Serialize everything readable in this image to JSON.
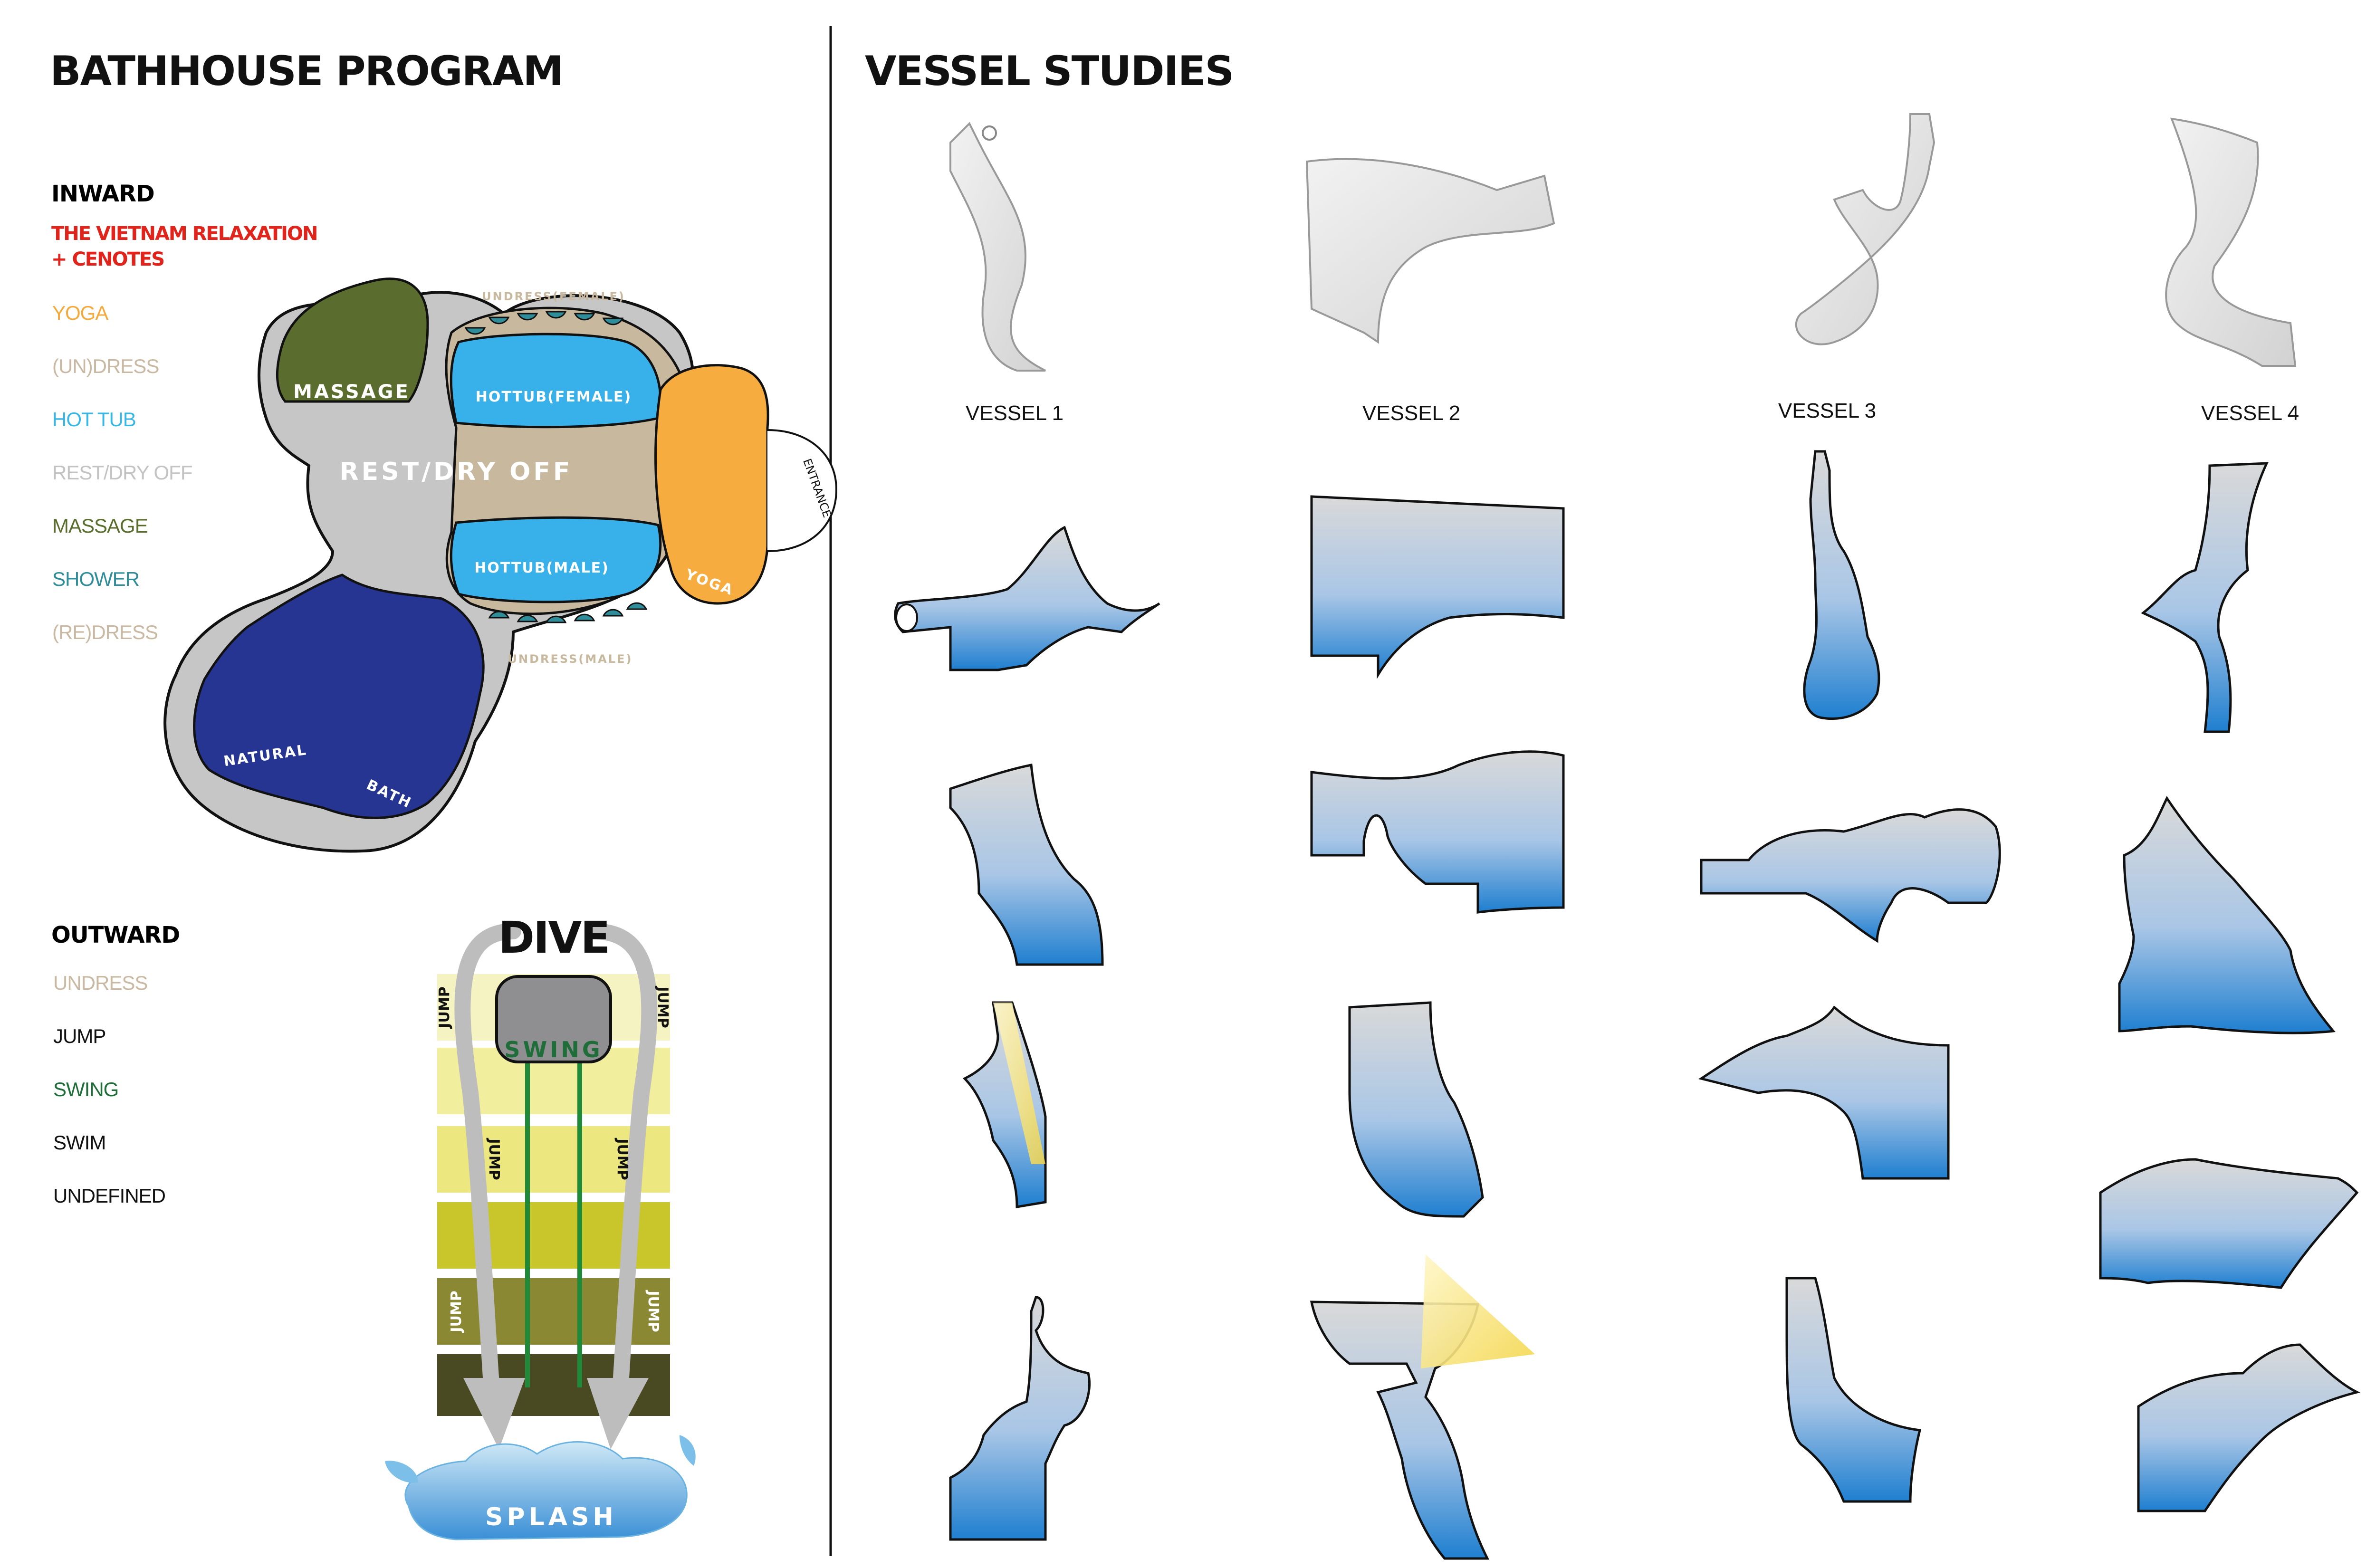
{
  "left": {
    "title": "BATHHOUSE PROGRAM",
    "inward": {
      "heading": "INWARD",
      "highlight_lines": [
        "THE VIETNAM RELAXATION",
        "+ CENOTES"
      ],
      "items": [
        {
          "label": "YOGA",
          "color": "#f4a93a"
        },
        {
          "label": "(UN)DRESS",
          "color": "#c9b9a3"
        },
        {
          "label": "HOT TUB",
          "color": "#38b6e6"
        },
        {
          "label": "REST/DRY OFF",
          "color": "#c3c3c3"
        },
        {
          "label": "MASSAGE",
          "color": "#5a6e2c"
        },
        {
          "label": "SHOWER",
          "color": "#2f8d9a"
        },
        {
          "label": "(RE)DRESS",
          "color": "#c9b9a3"
        }
      ]
    },
    "outward": {
      "heading": "OUTWARD",
      "items": [
        {
          "label": "UNDRESS",
          "color": "#c9b9a3"
        },
        {
          "label": "JUMP",
          "color": "#111111"
        },
        {
          "label": "SWING",
          "color": "#1f6e3a"
        },
        {
          "label": "SWIM",
          "color": "#111111"
        },
        {
          "label": "UNDEFINED",
          "color": "#111111"
        }
      ]
    },
    "plan": {
      "massage": "MASSAGE",
      "hottub_female": "HOTTUB(FEMALE)",
      "hottub_male": "HOTTUB(MALE)",
      "rest": "REST/DRY OFF",
      "yoga": "YOGA",
      "entrance": "ENTRANCE",
      "natural": "NATURAL",
      "bath": "BATH",
      "undress_female": "UNDRESS(FEMALE)",
      "undress_male": "UNDRESS(MALE)",
      "colors": {
        "rest": "#c6c6c6",
        "massage": "#5b6d2e",
        "hottub": "#38b1ea",
        "yoga": "#f6ac3e",
        "natural": "#263591",
        "undress": "#c8b89e"
      }
    },
    "dive": {
      "dive": "DIVE",
      "swing": "SWING",
      "jump": "JUMP",
      "splash": "SPLASH",
      "band_colors": [
        "#f6f3c2",
        "#f1ee9e",
        "#ece77e",
        "#c8c62b",
        "#8a8833",
        "#4a4a22"
      ]
    }
  },
  "right": {
    "title": "VESSEL STUDIES",
    "vessels": [
      "VESSEL 1",
      "VESSEL 2",
      "VESSEL 3",
      "VESSEL 4"
    ]
  }
}
